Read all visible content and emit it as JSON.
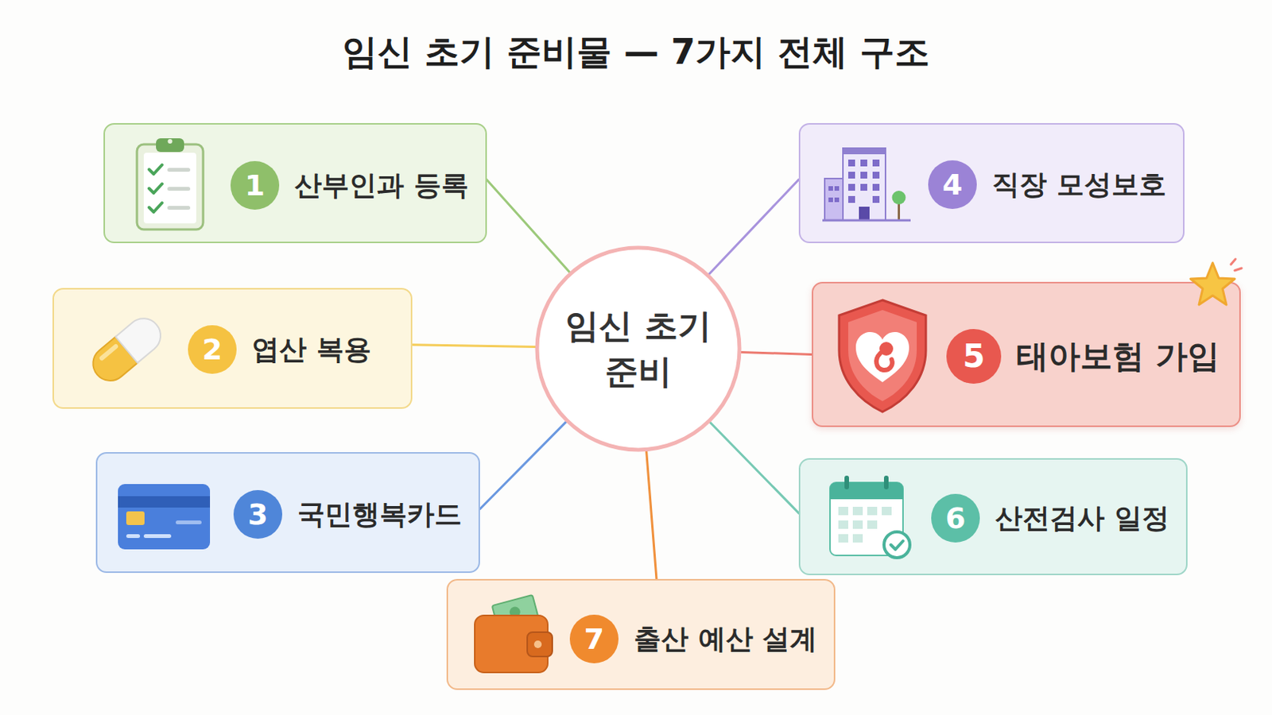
{
  "diagram": {
    "title": "임신 초기 준비물 — 7가지 전체 구조",
    "nodes": [
      {
        "text": [
          "임신 초기 준비"
        ]
      },
      {
        "text": [
          "1",
          "산부인과 등록"
        ]
      },
      {
        "text": [
          "2",
          "엽산 복용"
        ]
      },
      {
        "text": [
          "3",
          "국민행복카드"
        ]
      },
      {
        "text": [
          "4",
          "직장 모성보호"
        ]
      },
      {
        "text": [
          "5",
          "태아보험 가입"
        ]
      },
      {
        "text": [
          "6",
          "산전검사 일정"
        ]
      },
      {
        "text": [
          "7",
          "출산 예산 설계"
        ]
      }
    ],
    "edges": [
      {
        "from": 0,
        "to": 1,
        "arrow": "none"
      },
      {
        "from": 0,
        "to": 2,
        "arrow": "none"
      },
      {
        "from": 0,
        "to": 3,
        "arrow": "none"
      },
      {
        "from": 0,
        "to": 4,
        "arrow": "none"
      },
      {
        "from": 0,
        "to": 5,
        "arrow": "none"
      },
      {
        "from": 0,
        "to": 6,
        "arrow": "none"
      },
      {
        "from": 0,
        "to": 7,
        "arrow": "none"
      }
    ]
  }
}
